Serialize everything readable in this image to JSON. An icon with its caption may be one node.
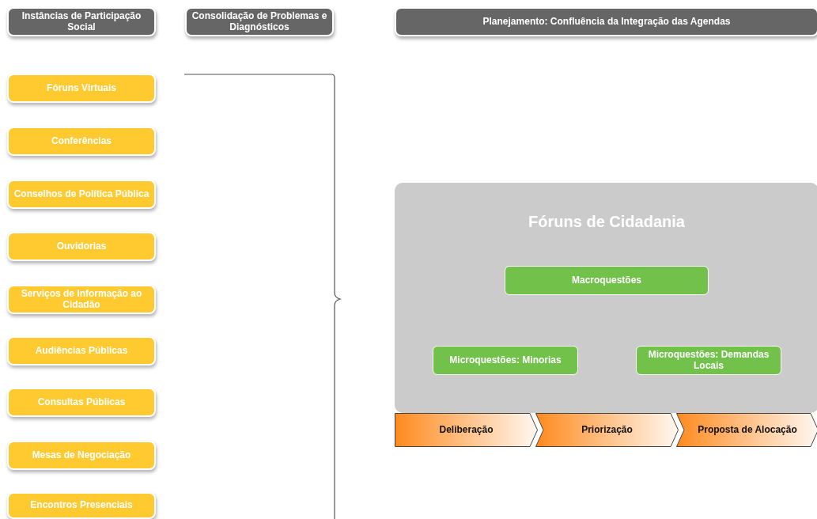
{
  "diagram": {
    "nodes": [
      {
        "text": [
          "Instâncias de Participação Social"
        ]
      },
      {
        "text": [
          "Consolidação de Problemas e Diagnósticos"
        ]
      },
      {
        "text": [
          "Planejamento: Confluência da Integração das Agendas"
        ]
      },
      {
        "text": [
          "Fóruns Virtuais"
        ]
      },
      {
        "text": [
          "Conferências"
        ]
      },
      {
        "text": [
          "Conselhos de Política Pública"
        ]
      },
      {
        "text": [
          "Ouvidorias"
        ]
      },
      {
        "text": [
          "Serviços de Informação ao Cidadão"
        ]
      },
      {
        "text": [
          "Audiências Públicas"
        ]
      },
      {
        "text": [
          "Consultas Públicas"
        ]
      },
      {
        "text": [
          "Mesas de Negociação"
        ]
      },
      {
        "text": [
          "Encontros Presenciais"
        ]
      },
      {
        "text": [
          "Fóruns de Cidadania"
        ]
      },
      {
        "text": [
          "Macroquestões"
        ],
        "in": 12
      },
      {
        "text": [
          "Microquestões: Minorias"
        ],
        "in": 12
      },
      {
        "text": [
          "Microquestões: Demandas Locais"
        ],
        "in": 12
      },
      {
        "text": [
          "Deliberação"
        ]
      },
      {
        "text": [
          "Priorização"
        ]
      },
      {
        "text": [
          "Proposta de Alocação"
        ]
      }
    ]
  }
}
